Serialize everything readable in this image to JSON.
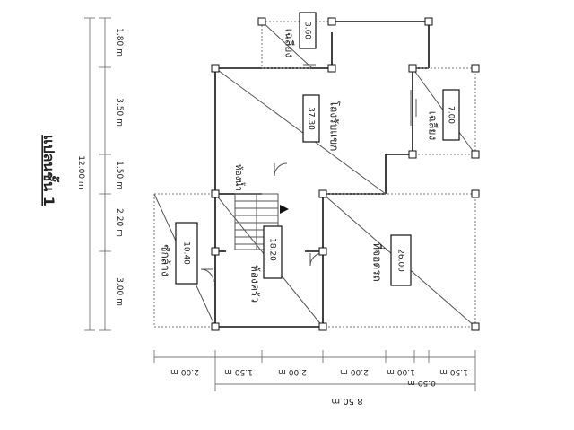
{
  "title": "แปลนชั้น 1",
  "total_width": "8.50 m",
  "total_depth": "12.00 m",
  "left_dims": [
    "1.80 m",
    "3.50 m",
    "1.50 m",
    "2.20 m",
    "3.00 m"
  ],
  "bottom_dims": [
    "2.00 m",
    "1.50 m",
    "2.00 m",
    "2.00 m",
    "1.00 m",
    "1.50 m"
  ],
  "bottom_dim_sub": "0.50 m",
  "rooms": [
    {
      "name": "เฉลียง",
      "area": "3.60"
    },
    {
      "name": "โถงรับแขก",
      "area": "37.30"
    },
    {
      "name": "เฉลียง",
      "area": "7.00"
    },
    {
      "name": "ห้องน้ำ",
      "area": ""
    },
    {
      "name": "ซักล้าง",
      "area": "10.40"
    },
    {
      "name": "ห้องครัว",
      "area": "18.20"
    },
    {
      "name": "ที่จอดรถ",
      "area": "26.00"
    }
  ]
}
